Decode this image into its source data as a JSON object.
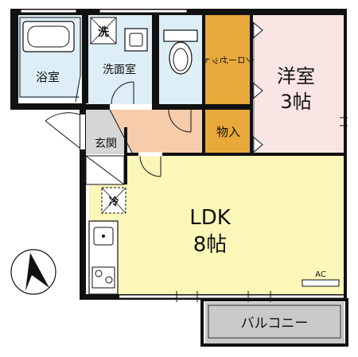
{
  "rooms": {
    "bath": {
      "label": "浴室",
      "color": "#ddeef7"
    },
    "washroom": {
      "label": "洗面室",
      "color": "#ddeef7"
    },
    "washer": {
      "label": "洗"
    },
    "toilet": {
      "color": "#ddeef7"
    },
    "closet": {
      "label": "クローゼット",
      "color": "#e8a83a"
    },
    "storage": {
      "label": "物入",
      "color": "#e8a83a"
    },
    "western": {
      "label": "洋室",
      "size": "3帖",
      "color": "#fae5e5"
    },
    "entrance": {
      "label": "玄関",
      "color": "#d6d6d6"
    },
    "hall": {
      "color": "#f7ccab"
    },
    "ldk": {
      "label": "LDK",
      "size": "8帖",
      "color": "#fbf7b8"
    },
    "fridge": {
      "label": "冷"
    },
    "ac": {
      "label": "AC"
    },
    "balcony": {
      "label": "バルコニー",
      "color": "#c9c9c9"
    }
  },
  "compass": {
    "icon": "north-arrow-icon"
  },
  "colors": {
    "wall": "#111111",
    "door": "#ffffff",
    "ldk_floor": "#fbf7b8"
  }
}
